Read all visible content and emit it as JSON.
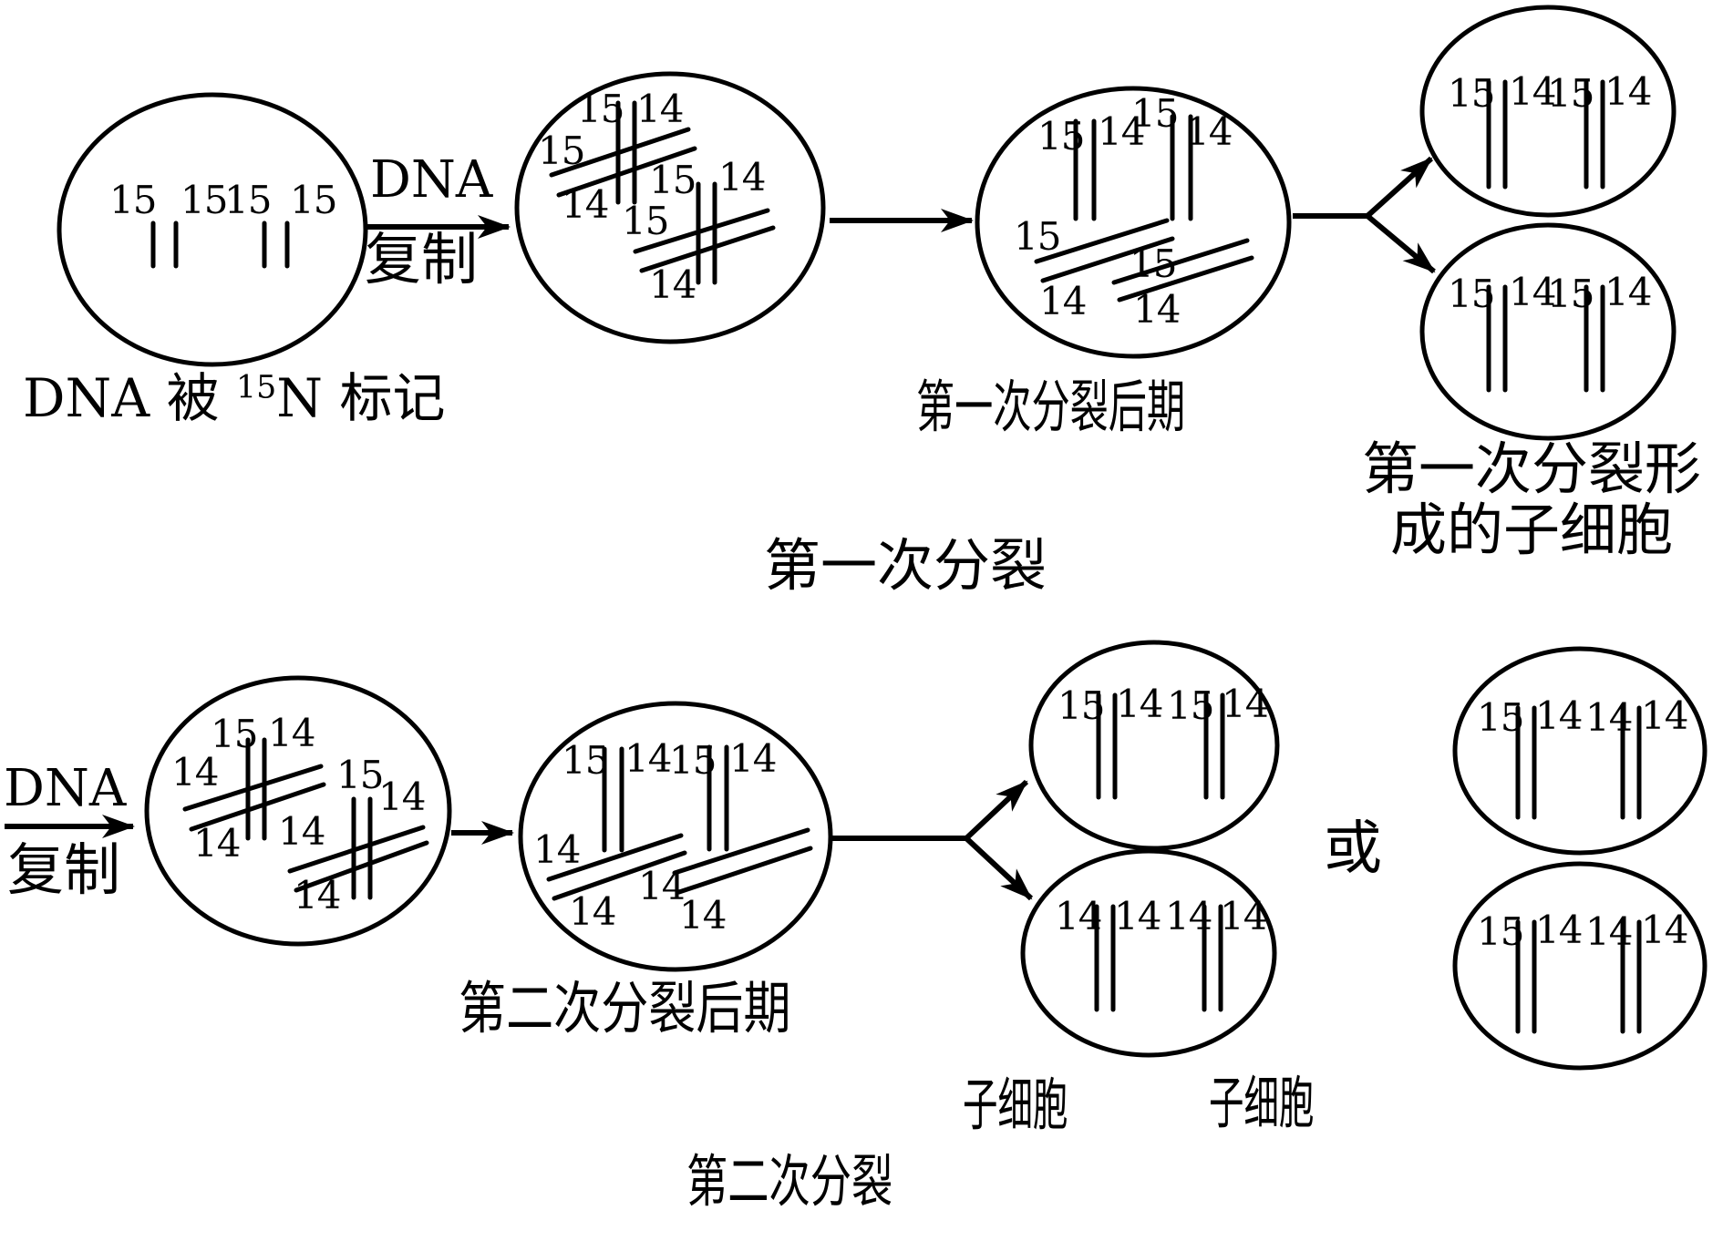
{
  "diagram": {
    "title_semantic": "DNA semi-conservative replication with 15N label through two cell divisions",
    "colors": {
      "ink": "#000000",
      "background": "#ffffff"
    },
    "top_row": {
      "marked_label": {
        "prefix": "DNA 被 ",
        "sup": "15",
        "suffix": "N 标记"
      },
      "replicate": {
        "line1": "DNA",
        "line2": "复制"
      },
      "anaphase1_label": "第一次分裂后期",
      "division1_label": "第一次分裂",
      "daughter1_label_line1": "第一次分裂形",
      "daughter1_label_line2": "成的子细胞"
    },
    "bottom_row": {
      "replicate": {
        "line1": "DNA",
        "line2": "复制"
      },
      "anaphase2_label": "第二次分裂后期",
      "division2_label": "第二次分裂",
      "or_label": "或",
      "daughter_label_left": "子细胞",
      "daughter_label_right": "子细胞"
    },
    "cells": {
      "t1": {
        "desc": "parent cell, both strands 15N",
        "isotopes": [
          "15",
          "15",
          "15",
          "15"
        ]
      },
      "t2": {
        "desc": "after first replication, hybrid chromatids",
        "isotopes": [
          "15",
          "14",
          "15",
          "14",
          "15",
          "14",
          "15",
          "14"
        ]
      },
      "t3": {
        "desc": "first division anaphase",
        "isotopes": [
          "15",
          "14",
          "15",
          "14",
          "15",
          "14",
          "15",
          "14"
        ]
      },
      "t4a": {
        "desc": "daughter cell of first division",
        "isotopes": [
          "15",
          "14",
          "15",
          "14"
        ]
      },
      "t4b": {
        "desc": "daughter cell of first division",
        "isotopes": [
          "15",
          "14",
          "15",
          "14"
        ]
      },
      "b1": {
        "desc": "after second replication",
        "isotopes": [
          "15",
          "14",
          "14",
          "14",
          "15",
          "14",
          "14",
          "14"
        ]
      },
      "b2": {
        "desc": "second division anaphase",
        "isotopes": [
          "15",
          "14",
          "15",
          "14",
          "14",
          "14",
          "14",
          "14"
        ]
      },
      "b3a": {
        "desc": "daughter cell outcome 1 upper",
        "isotopes": [
          "15",
          "14",
          "15",
          "14"
        ]
      },
      "b3b": {
        "desc": "daughter cell outcome 1 lower",
        "isotopes": [
          "14",
          "14",
          "14",
          "14"
        ]
      },
      "b4a": {
        "desc": "daughter cell outcome 2 upper",
        "isotopes": [
          "15",
          "14",
          "14",
          "14"
        ]
      },
      "b4b": {
        "desc": "daughter cell outcome 2 lower",
        "isotopes": [
          "15",
          "14",
          "14",
          "14"
        ]
      }
    }
  }
}
